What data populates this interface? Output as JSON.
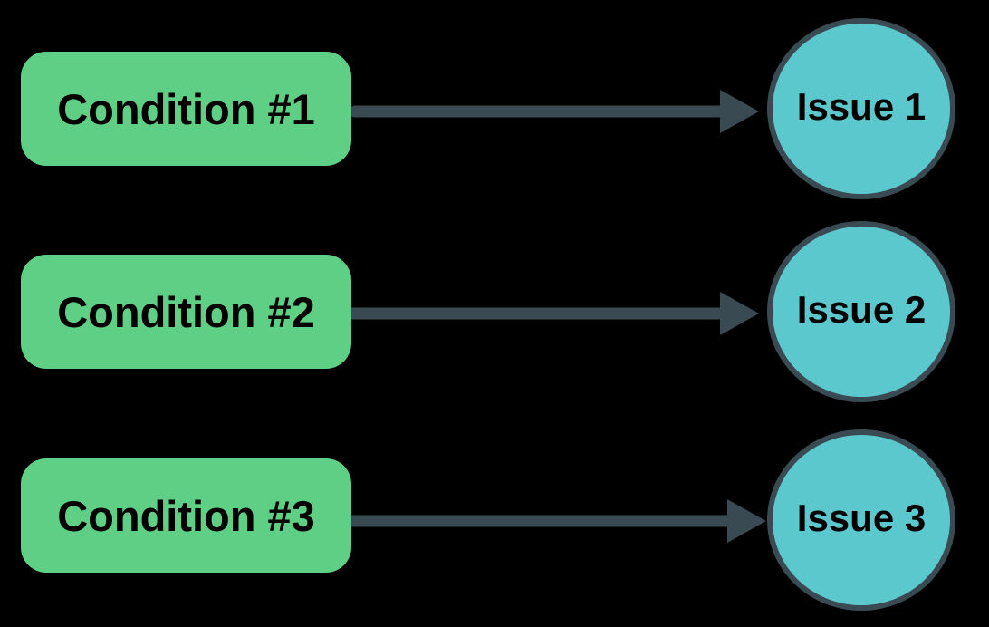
{
  "colors": {
    "background": "#000000",
    "condition_fill": "#5fcf85",
    "issue_fill": "#5bc8cd",
    "connector": "#3a4a52",
    "text": "#000000"
  },
  "conditions": [
    {
      "label": "Condition #1"
    },
    {
      "label": "Condition #2"
    },
    {
      "label": "Condition #3"
    }
  ],
  "issues": [
    {
      "label": "Issue 1"
    },
    {
      "label": "Issue 2"
    },
    {
      "label": "Issue 3"
    }
  ],
  "edges": [
    {
      "from": "Condition #1",
      "to": "Issue 1"
    },
    {
      "from": "Condition #2",
      "to": "Issue 2"
    },
    {
      "from": "Condition #3",
      "to": "Issue 3"
    }
  ]
}
